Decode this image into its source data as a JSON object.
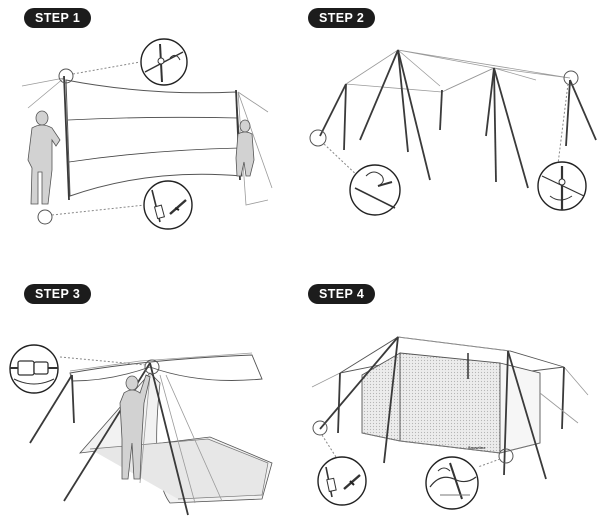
{
  "steps": [
    {
      "label": "STEP 1"
    },
    {
      "label": "STEP 2"
    },
    {
      "label": "STEP 3"
    },
    {
      "label": "STEP 4"
    }
  ],
  "tent_brand_mark": "Snowline"
}
